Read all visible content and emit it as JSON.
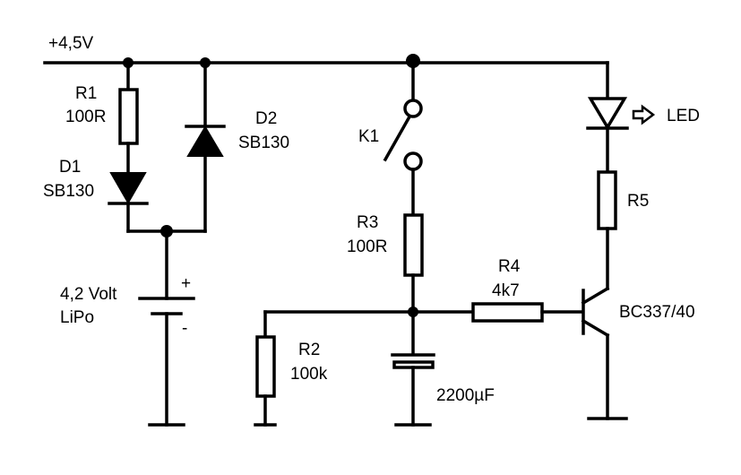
{
  "supply": "+4,5V",
  "components": {
    "r1": {
      "name": "R1",
      "value": "100R"
    },
    "d1": {
      "name": "D1",
      "value": "SB130"
    },
    "d2": {
      "name": "D2",
      "value": "SB130"
    },
    "k1": {
      "name": "K1"
    },
    "r3": {
      "name": "R3",
      "value": "100R"
    },
    "r4": {
      "name": "R4",
      "value": "4k7"
    },
    "r2": {
      "name": "R2",
      "value": "100k"
    },
    "r5": {
      "name": "R5"
    },
    "c1": {
      "value": "2200µF"
    },
    "q1": {
      "value": "BC337/40"
    },
    "led": {
      "label": "LED"
    },
    "battery": {
      "label_line1": "4,2 Volt",
      "label_line2": "LiPo",
      "plus": "+",
      "minus": "-"
    }
  }
}
